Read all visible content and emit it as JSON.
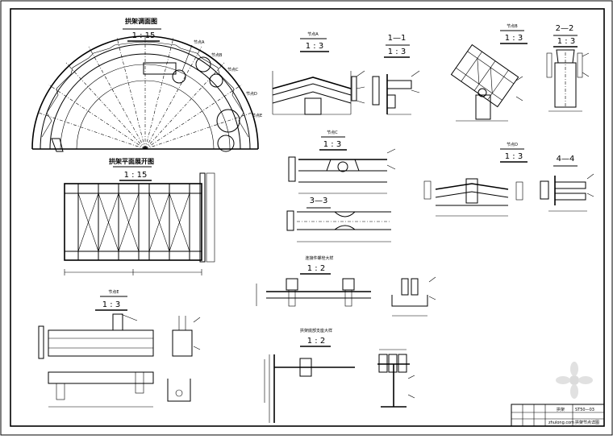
{
  "drawing": {
    "title_arch": "拱架调面图",
    "scale_arch": "1 : 15",
    "detail_markers": [
      "节点A",
      "节点B",
      "节点C",
      "节点D",
      "节点E"
    ],
    "title_plan": "拱架平面展开图",
    "scale_plan": "1 : 15",
    "nodeA": {
      "title": "节点A",
      "scale": "1 : 3"
    },
    "sec11": {
      "title": "1—1",
      "scale": "1 : 3"
    },
    "nodeB": {
      "title": "节点B",
      "scale": "1 : 3"
    },
    "sec22": {
      "title": "2—2",
      "scale": "1 : 3"
    },
    "nodeC": {
      "title": "节点C",
      "scale": "1 : 3"
    },
    "sec33": {
      "title": "3—3"
    },
    "nodeD": {
      "title": "节点D",
      "scale": "1 : 3"
    },
    "sec44": {
      "title": "4—4"
    },
    "nodeE": {
      "title": "节点E",
      "scale": "1 : 3"
    },
    "joint1": {
      "title": "连接件螺栓大样",
      "scale": "1 : 2"
    },
    "joint2": {
      "title": "拱架底部支座大样",
      "scale": "1 : 2"
    },
    "title_block": {
      "drawing_no": "ST50—03",
      "left_label": "拱架",
      "right_label": "拱架节点详图",
      "watermark": "zhulong.com"
    }
  }
}
